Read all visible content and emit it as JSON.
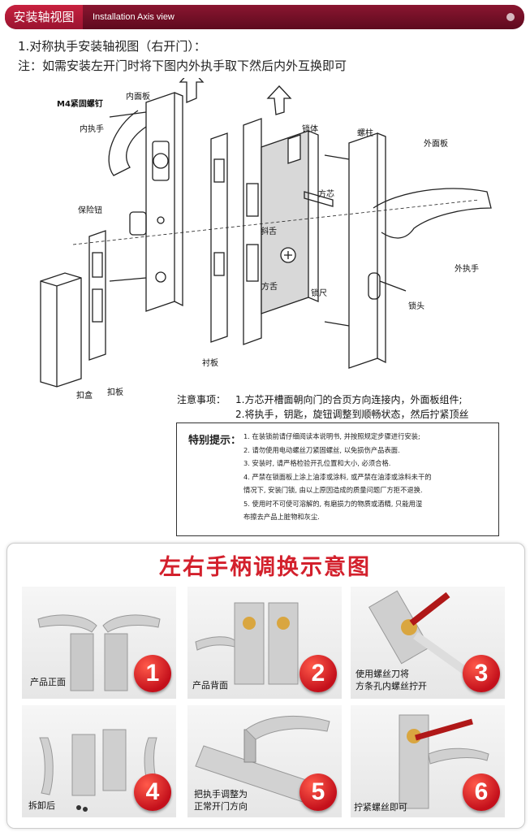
{
  "header": {
    "tag": "安装轴视图",
    "subtitle": "Installation Axis view"
  },
  "intro": {
    "line1": "1.对称执手安装轴视图（右开门）：",
    "line2": "注：如需安装左开门时将下图内外执手取下然后内外互换即可"
  },
  "diagram_labels": {
    "m4": "M4紧固螺钉",
    "inner_plate": "内面板",
    "inner_handle": "内执手",
    "safety_knob": "保险钮",
    "lock_body": "锁体",
    "stud": "螺柱",
    "outer_plate": "外面板",
    "square_core": "方芯",
    "latch": "斜舌",
    "deadbolt": "方舌",
    "outer_handle": "外执手",
    "lock_ruler": "锁尺",
    "cylinder": "锁头",
    "box": "扣盒",
    "strike": "扣板",
    "liner": "衬板"
  },
  "notes": {
    "label": "注意事项：",
    "n1": "1.方芯开槽面朝向门的合页方向连接内，外面板组件;",
    "n2": "2.将执手，钥匙，旋钮调整到顺畅状态，然后拧紧顶丝"
  },
  "tips": {
    "heading": "特别提示：",
    "items": [
      "1. 在装锁前请仔细阅读本说明书, 并按照规定步骤进行安装;",
      "2. 请勿使用电动螺丝刀紧固螺丝, 以免损伤产品表面.",
      "3. 安装时, 请严格检验开孔位置和大小, 必须合格.",
      "4. 严禁在锁面板上涂上油漆或涂料, 或严禁在油漆或涂料未干的",
      "   情况下, 安装门锁, 由以上原因造成的质量问题厂方拒不退换.",
      "5. 使用时不可使可溶解的, 有磨损力的物质或酒精, 只能用湿",
      "   布擦去产品上脏物和灰尘."
    ]
  },
  "swap_panel": {
    "title": "左右手柄调换示意图",
    "steps": [
      {
        "num": "1",
        "caption": "产品正面"
      },
      {
        "num": "2",
        "caption": "产品背面"
      },
      {
        "num": "3",
        "caption": "使用螺丝刀将\n方条孔内螺丝拧开"
      },
      {
        "num": "4",
        "caption": "拆卸后"
      },
      {
        "num": "5",
        "caption": "把执手调整为\n正常开门方向"
      },
      {
        "num": "6",
        "caption": "拧紧螺丝即可"
      }
    ]
  },
  "colors": {
    "brand": "#8a1630",
    "accent_red": "#d3202c",
    "badge_red": "#c4101b"
  }
}
